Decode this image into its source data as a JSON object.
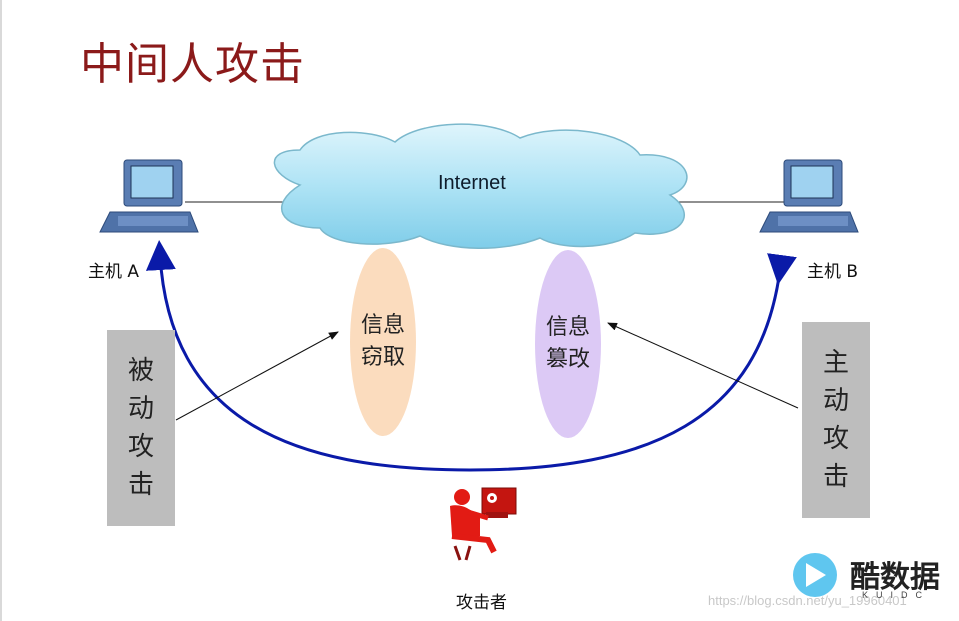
{
  "title": "中间人攻击",
  "nodes": {
    "host_a": "主机 A",
    "host_b": "主机 B",
    "internet": "Internet",
    "attacker": "攻击者"
  },
  "actions": {
    "steal": "信息\n窃取",
    "tamper": "信息\n篡改"
  },
  "attack_types": {
    "passive": "被\n动\n攻\n击",
    "active": "主\n动\n攻\n击"
  },
  "colors": {
    "title": "#8b1a1a",
    "cloud": "#aee3f5",
    "steal_ellipse": "#fbdcbe",
    "tamper_ellipse": "#dcc9f5",
    "arc": "#0a1aa8",
    "attacker": "#e21b14",
    "side_box": "#bdbdbd"
  },
  "logo": {
    "text": "酷数据",
    "sub": "KUIDC"
  },
  "watermark": "https://blog.csdn.net/yu_19960401"
}
